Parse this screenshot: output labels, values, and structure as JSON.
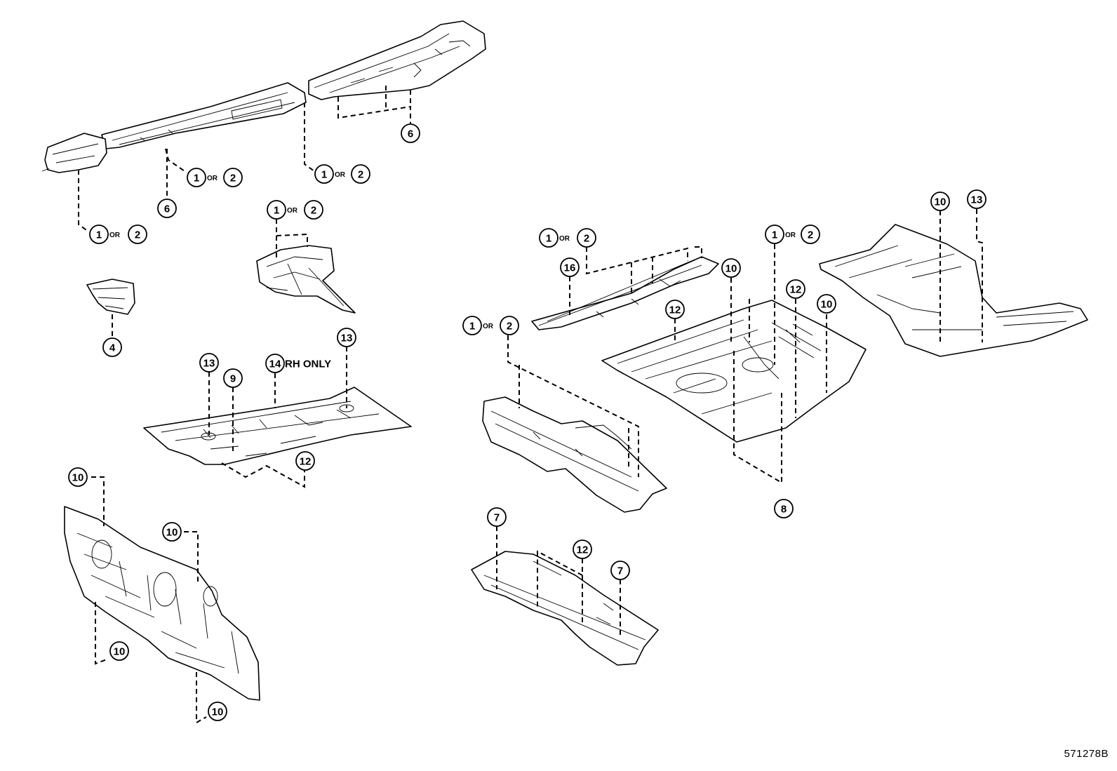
{
  "diagram": {
    "reference_code": "571278B",
    "or_label": "OR",
    "note_rh_only": "RH ONLY",
    "callouts": [
      {
        "id": "c-6-top",
        "number": "6"
      },
      {
        "id": "c-1or2-a",
        "number": "1",
        "alt": "2"
      },
      {
        "id": "c-1or2-b",
        "number": "1",
        "alt": "2"
      },
      {
        "id": "c-6-left",
        "number": "6"
      },
      {
        "id": "c-1or2-c",
        "number": "1",
        "alt": "2"
      },
      {
        "id": "c-1or2-d",
        "number": "1",
        "alt": "2"
      },
      {
        "id": "c-4",
        "number": "4"
      },
      {
        "id": "c-13-a",
        "number": "13"
      },
      {
        "id": "c-9",
        "number": "9"
      },
      {
        "id": "c-14",
        "number": "14"
      },
      {
        "id": "c-13-b",
        "number": "13"
      },
      {
        "id": "c-12-a",
        "number": "12"
      },
      {
        "id": "c-10-a",
        "number": "10"
      },
      {
        "id": "c-10-b",
        "number": "10"
      },
      {
        "id": "c-10-c",
        "number": "10"
      },
      {
        "id": "c-10-d",
        "number": "10"
      },
      {
        "id": "c-1or2-e",
        "number": "1",
        "alt": "2"
      },
      {
        "id": "c-16",
        "number": "16"
      },
      {
        "id": "c-1or2-f",
        "number": "1",
        "alt": "2"
      },
      {
        "id": "c-10-e",
        "number": "10"
      },
      {
        "id": "c-1or2-g",
        "number": "1",
        "alt": "2"
      },
      {
        "id": "c-12-b",
        "number": "12"
      },
      {
        "id": "c-12-c",
        "number": "12"
      },
      {
        "id": "c-10-f",
        "number": "10"
      },
      {
        "id": "c-10-g",
        "number": "10"
      },
      {
        "id": "c-13-c",
        "number": "13"
      },
      {
        "id": "c-8",
        "number": "8"
      },
      {
        "id": "c-7-a",
        "number": "7"
      },
      {
        "id": "c-12-d",
        "number": "12"
      },
      {
        "id": "c-7-b",
        "number": "7"
      }
    ]
  }
}
